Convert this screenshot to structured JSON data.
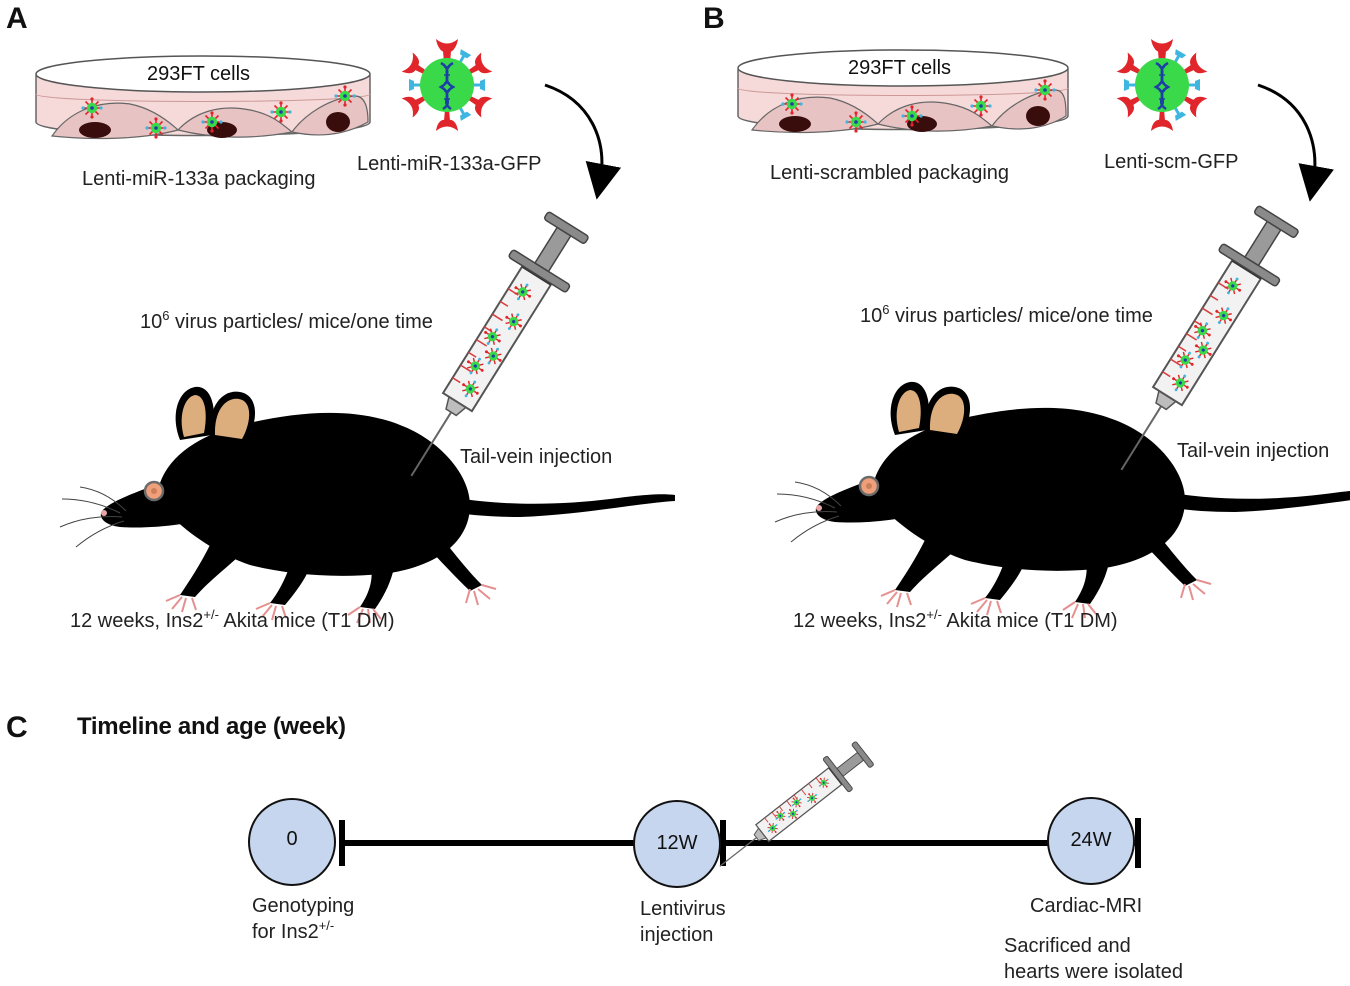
{
  "panels": {
    "A": {
      "letter": "A",
      "dish_label": "293FT cells",
      "packaging_label": "Lenti-miR-133a packaging",
      "virus_label": "Lenti-miR-133a-GFP",
      "dose_base": "10",
      "dose_exp": "6",
      "dose_rest": " virus particles/ mice/one time",
      "injection_label": "Tail-vein injection",
      "mouse_prefix": "12 weeks, Ins2",
      "mouse_sup": "+/-",
      "mouse_suffix": " Akita mice (T1 DM)"
    },
    "B": {
      "letter": "B",
      "dish_label": "293FT cells",
      "packaging_label": "Lenti-scrambled packaging",
      "virus_label": "Lenti-scm-GFP",
      "dose_base": "10",
      "dose_exp": "6",
      "dose_rest": " virus particles/ mice/one time",
      "injection_label": "Tail-vein injection",
      "mouse_prefix": "12 weeks, Ins2",
      "mouse_sup": "+/-",
      "mouse_suffix": " Akita mice (T1 DM)"
    },
    "C": {
      "letter": "C",
      "title": "Timeline and age (week)",
      "nodes": [
        {
          "label": "0",
          "caption_line1": "Genotyping",
          "caption_line2_prefix": "for Ins2",
          "caption_line2_sup": "+/-"
        },
        {
          "label": "12W",
          "caption_line1": "Lentivirus",
          "caption_line2": "injection"
        },
        {
          "label": "24W",
          "caption_line1": "Cardiac-MRI",
          "caption_line2": "Sacrificed and",
          "caption_line3": "hearts were isolated"
        }
      ]
    }
  },
  "colors": {
    "dish_fill": "#f6d9d9",
    "cell_fill": "#e8c3c3",
    "nucleus": "#3a0d0d",
    "virus_core": "#39d94a",
    "virus_spike": "#e0262b",
    "virus_receptor": "#3fb6e0",
    "dna": "#1d3fa6",
    "mouse": "#000000",
    "ear": "#dcae7e",
    "node_fill": "#c6d6ee",
    "node_stroke": "#111111",
    "syringe_gray": "#808080"
  }
}
